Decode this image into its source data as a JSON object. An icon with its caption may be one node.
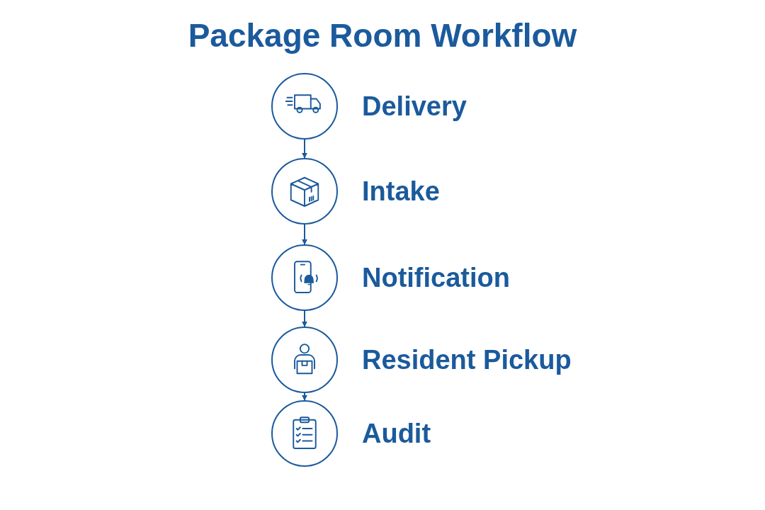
{
  "diagram": {
    "title": "Package Room Workflow",
    "nodes": [
      {
        "text": [
          "Delivery"
        ]
      },
      {
        "text": [
          "Intake"
        ]
      },
      {
        "text": [
          "Notification"
        ]
      },
      {
        "text": [
          "Resident Pickup"
        ]
      },
      {
        "text": [
          "Audit"
        ]
      }
    ],
    "edges": [
      {
        "from": 0,
        "to": 1,
        "arrow": "to"
      },
      {
        "from": 1,
        "to": 2,
        "arrow": "to"
      },
      {
        "from": 2,
        "to": 3,
        "arrow": "to"
      },
      {
        "from": 3,
        "to": 4,
        "arrow": "to"
      }
    ]
  }
}
